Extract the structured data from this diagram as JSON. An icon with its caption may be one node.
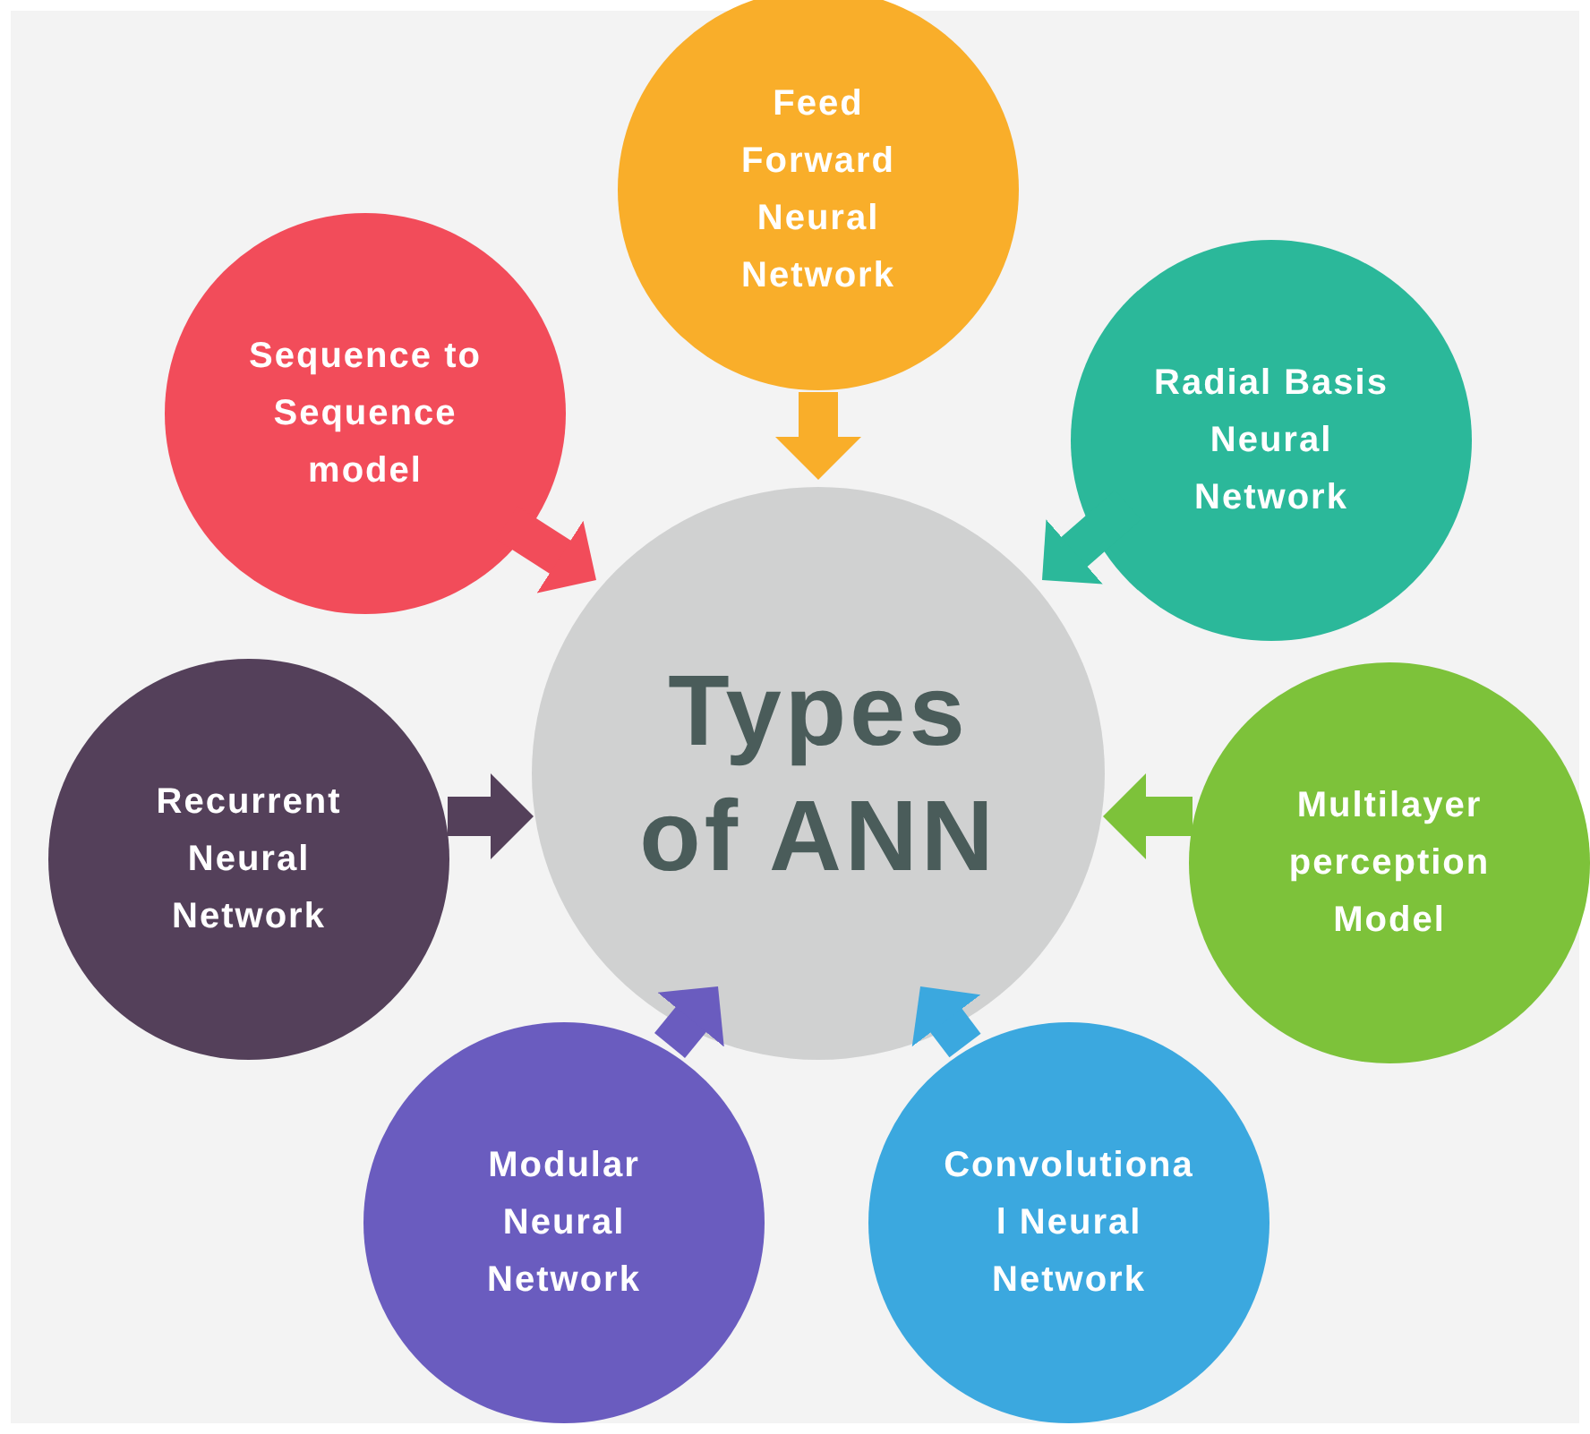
{
  "diagram": {
    "nodes": [
      {
        "text": [
          "Types of ANN"
        ]
      },
      {
        "text": [
          "Feed Forward Neural Network"
        ]
      },
      {
        "text": [
          "Sequence to Sequence model"
        ]
      },
      {
        "text": [
          "Radial Basis Neural Network"
        ]
      },
      {
        "text": [
          "Recurrent Neural Network"
        ]
      },
      {
        "text": [
          "Multilayer perception Model"
        ]
      },
      {
        "text": [
          "Modular Neural Network"
        ]
      },
      {
        "text": [
          "Convolutiona l Neural Network"
        ]
      }
    ],
    "edges": [
      {
        "from": 1,
        "to": 0,
        "arrow": "to",
        "color": "#f9ae2a"
      },
      {
        "from": 2,
        "to": 0,
        "arrow": "to",
        "color": "#f24c5a"
      },
      {
        "from": 3,
        "to": 0,
        "arrow": "to",
        "color": "#2bb89a"
      },
      {
        "from": 4,
        "to": 0,
        "arrow": "to",
        "color": "#54405a"
      },
      {
        "from": 5,
        "to": 0,
        "arrow": "to",
        "color": "#7dc23a"
      },
      {
        "from": 6,
        "to": 0,
        "arrow": "to",
        "color": "#6a5cbf"
      },
      {
        "from": 7,
        "to": 0,
        "arrow": "to",
        "color": "#3ba8df"
      }
    ]
  }
}
